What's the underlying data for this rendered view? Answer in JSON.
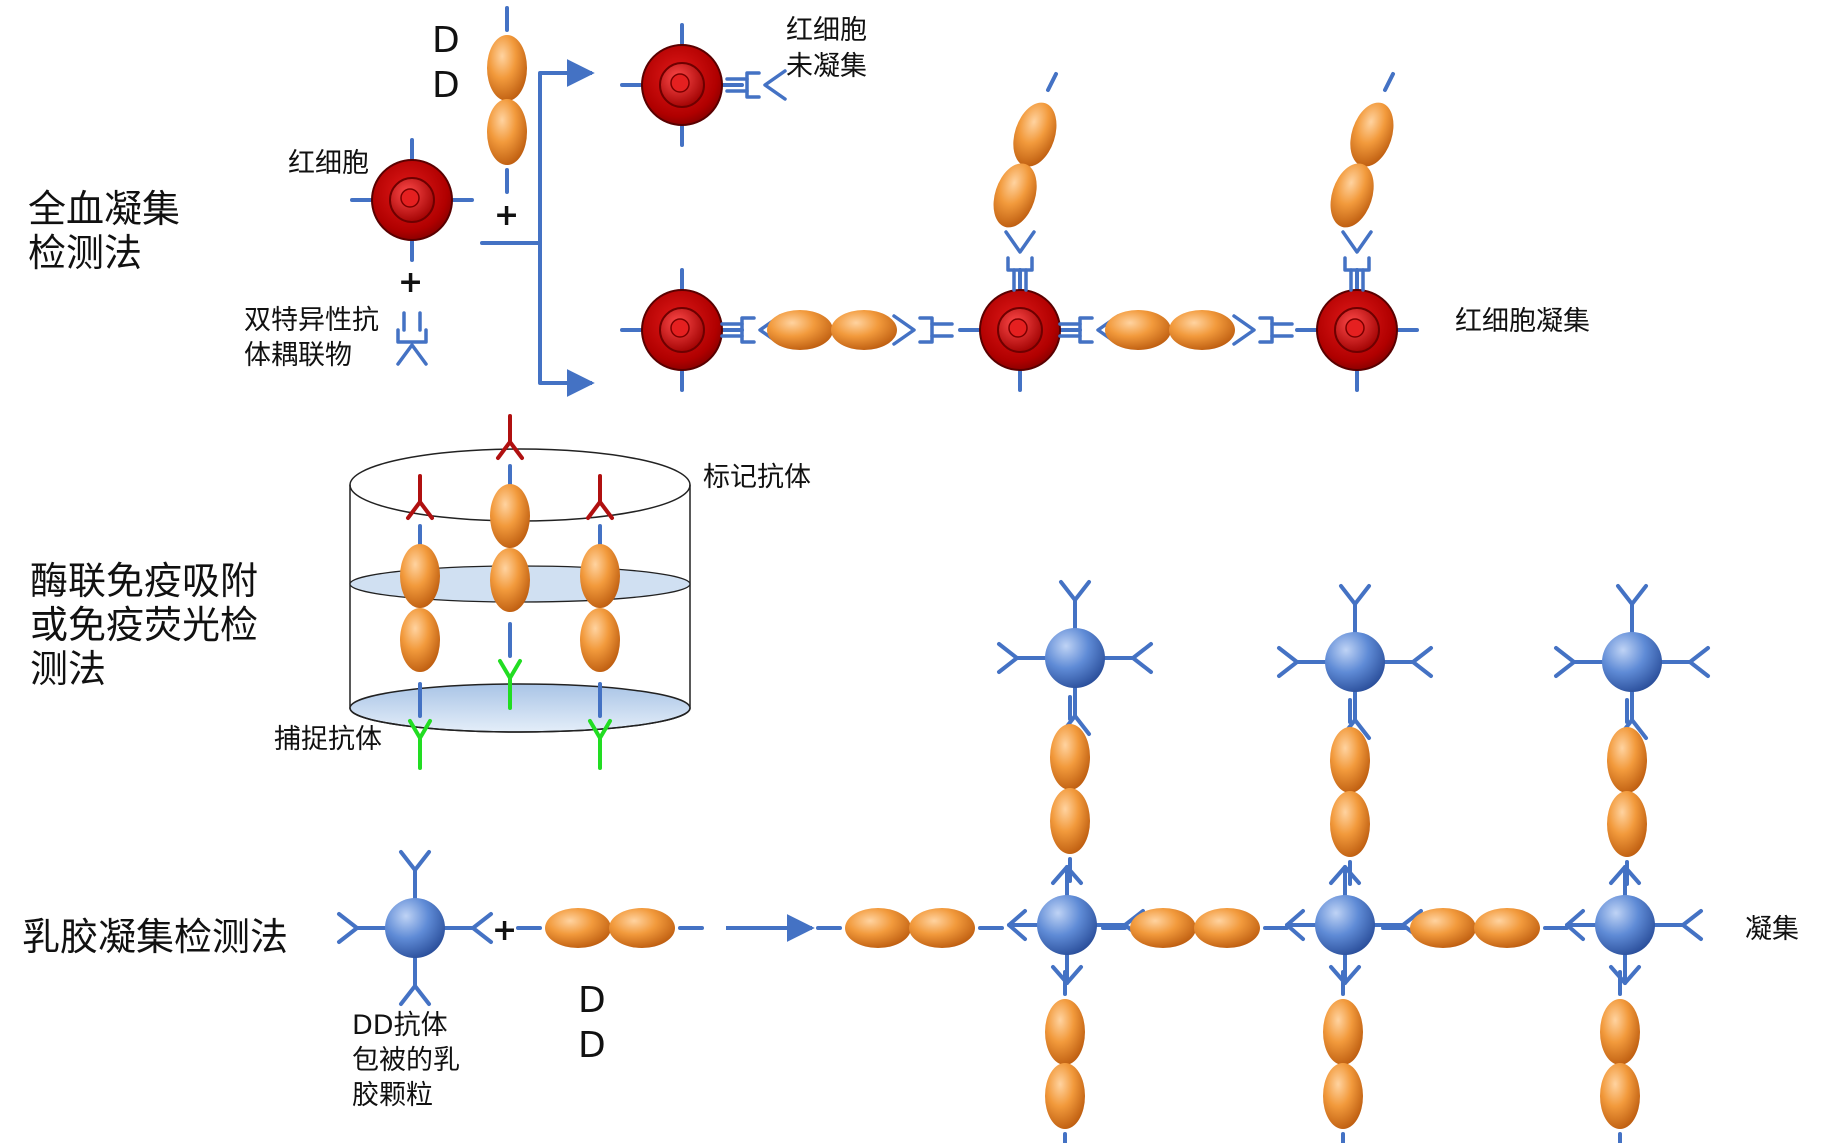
{
  "sections": {
    "whole_blood": {
      "title_lines": [
        "全血凝集",
        "检测法"
      ],
      "rbc_label": "红细胞",
      "dimer_letters": [
        "D",
        "D"
      ],
      "bispecific_label_lines": [
        "双特异性抗",
        "体耦联物"
      ],
      "no_agglutination_lines": [
        "红细胞",
        "未凝集"
      ],
      "agglutination_label": "红细胞凝集",
      "plus_signs": [
        "+",
        "+"
      ]
    },
    "elisa": {
      "title_lines": [
        "酶联免疫吸附",
        "或免疫荧光检",
        "测法"
      ],
      "labeled_antibody": "标记抗体",
      "capture_antibody": "捕捉抗体"
    },
    "latex": {
      "title": "乳胶凝集检测法",
      "particle_label_lines": [
        "DD抗体",
        "包被的乳",
        "胶颗粒"
      ],
      "dimer_letters": [
        "D",
        "D"
      ],
      "plus_sign": "+",
      "agglutination_label": "凝集"
    }
  },
  "colors": {
    "antibody_blue": "#4472C4",
    "rbc_red": "#C00000",
    "rbc_dark": "#7A0000",
    "d_domain_orange": "#E8821E",
    "latex_bead_blue": "#4A78C8",
    "labeled_antibody_red": "#B01010",
    "capture_antibody_green": "#22DD22",
    "plate_fill": "#C8DAF0"
  },
  "icons": [
    "red-blood-cell-icon",
    "d-dimer-icon",
    "y-antibody-icon",
    "latex-bead-icon",
    "arrow-icon",
    "microwell-icon"
  ]
}
